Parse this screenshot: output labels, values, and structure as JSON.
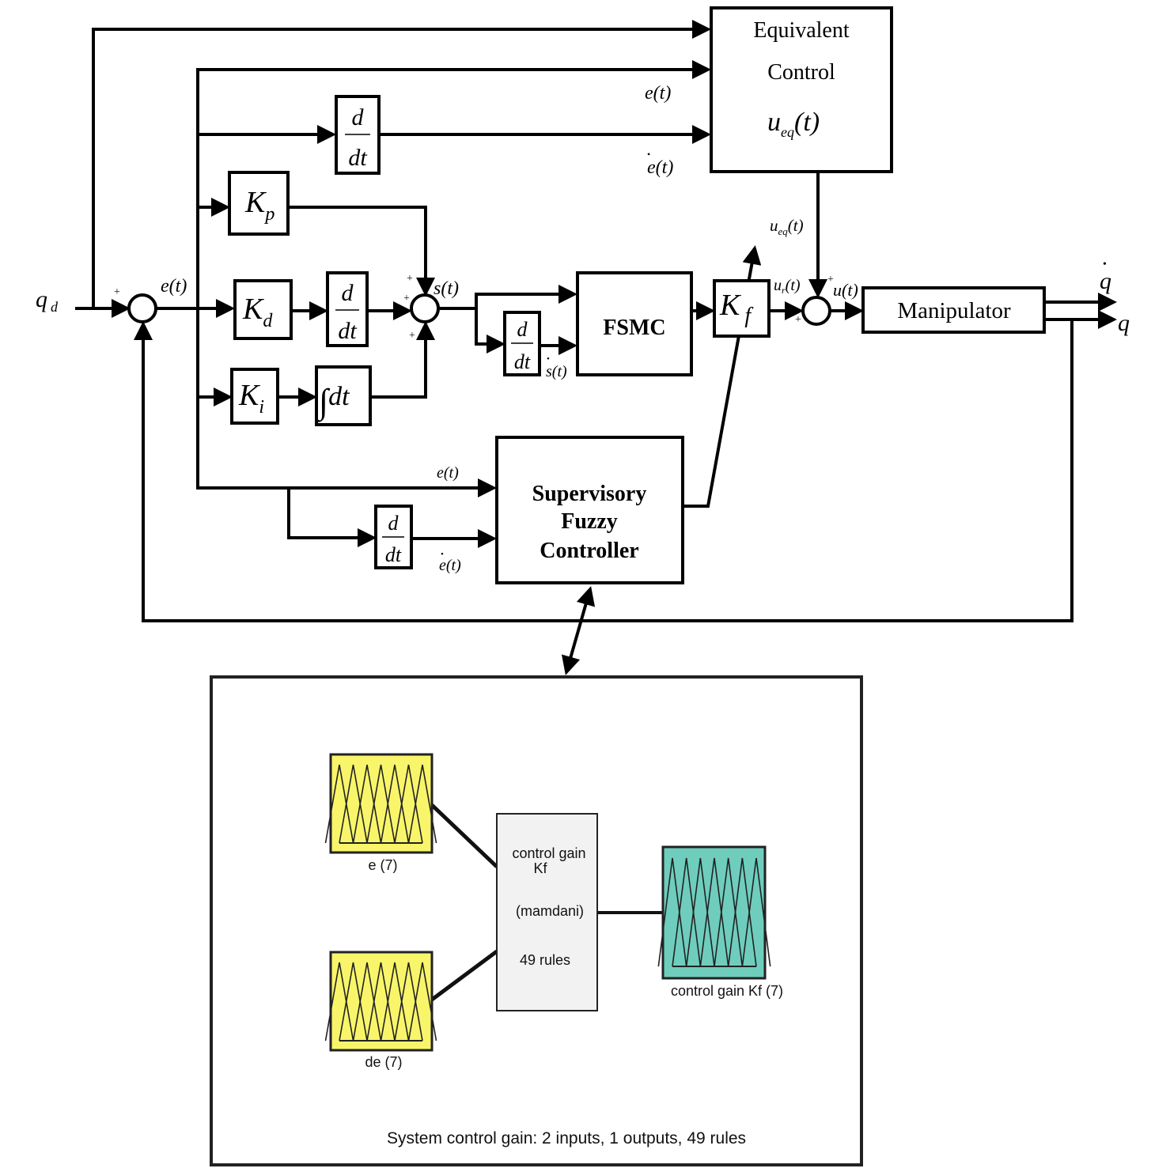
{
  "blocks": {
    "equivalent": {
      "line1": "Equivalent",
      "line2": "Control",
      "u": "u",
      "sub": "eq",
      "arg": "(t)"
    },
    "ddt": {
      "num": "d",
      "den": "dt"
    },
    "kp": {
      "k": "K",
      "sub": "p"
    },
    "kd": {
      "k": "K",
      "sub": "d"
    },
    "ki": {
      "k": "K",
      "sub": "i"
    },
    "integral": {
      "sym": "∫",
      "dt": "dt"
    },
    "fsmc": "FSMC",
    "kf": {
      "k": "K",
      "sub": "f"
    },
    "manipulator": "Manipulator",
    "supervisory": {
      "line1": "Supervisory",
      "line2": "Fuzzy",
      "line3": "Controller"
    }
  },
  "signals": {
    "qd": {
      "q": "q",
      "sub": "d"
    },
    "e": "e(t)",
    "edot": "e(t)",
    "s": "s(t)",
    "sdot": "s(t)",
    "ueq": {
      "u": "u",
      "sub": "eq",
      "arg": "(t)"
    },
    "ur": {
      "u": "u",
      "sub": "r",
      "arg": "(t)"
    },
    "u": "u(t)",
    "qdot": "q",
    "q": "q",
    "plus": "+",
    "dot": "•"
  },
  "fuzzy": {
    "input1_label": "e (7)",
    "input2_label": "de (7)",
    "engine_line1": "control gain",
    "engine_line2": "Kf",
    "engine_type": "(mamdani)",
    "engine_rules": "49 rules",
    "output_label": "control gain Kf (7)",
    "summary": "System control gain: 2 inputs, 1 outputs, 49 rules",
    "membership_functions": 7,
    "colors": {
      "input": "#f8f56a",
      "output": "#6fcdbd",
      "engine": "#f2f2f2"
    }
  }
}
